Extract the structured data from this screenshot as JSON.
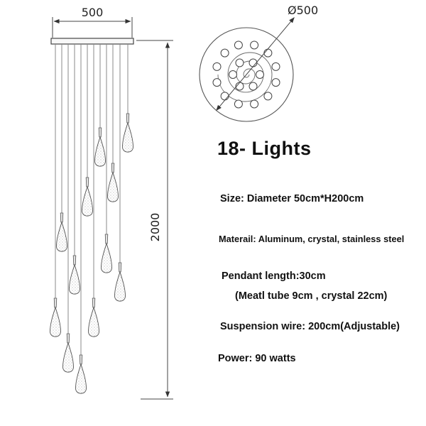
{
  "title": "18- Lights",
  "dimensions": {
    "width_label": "500",
    "height_label": "2000",
    "diameter_label": "Ø500"
  },
  "specs": [
    "Size: Diameter 50cm*H200cm",
    "Materail: Aluminum, crystal, stainless steel",
    "Pendant length:30cm",
    "(Meatl tube 9cm , crystal 22cm)",
    "Suspension wire: 200cm(Adjustable)",
    "Power: 90 watts"
  ],
  "lights": {
    "count": "18"
  },
  "colors": {
    "ink": "#1a1a1a",
    "line": "#444444"
  }
}
